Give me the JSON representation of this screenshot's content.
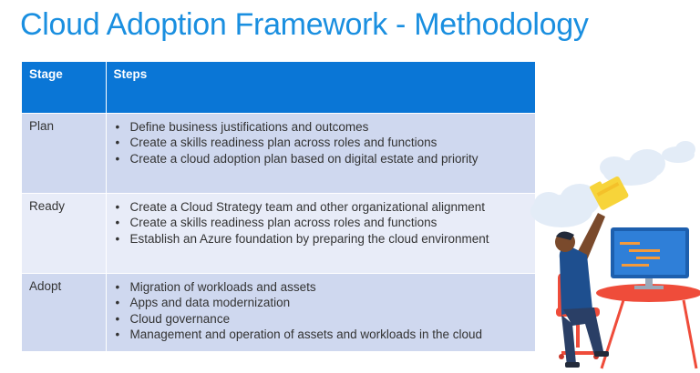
{
  "title": "Cloud Adoption Framework - Methodology",
  "table": {
    "headers": [
      "Stage",
      "Steps"
    ],
    "rows": [
      {
        "stage": "Plan",
        "steps": [
          "Define business justifications and outcomes",
          "Create a skills readiness plan across roles and functions",
          "Create a cloud adoption plan based on digital estate and priority"
        ]
      },
      {
        "stage": "Ready",
        "steps": [
          "Create a Cloud Strategy team and other organizational alignment",
          "Create a skills readiness plan across roles and functions",
          "Establish an Azure foundation by preparing the cloud environment"
        ]
      },
      {
        "stage": "Adopt",
        "steps": [
          "Migration of workloads and assets",
          "Apps and data modernization",
          "Cloud governance",
          "Management and operation of assets and workloads in the cloud"
        ]
      }
    ]
  },
  "colors": {
    "title": "#1a8fe0",
    "header_bg": "#0a76d6",
    "row_dark": "#cfd8ef",
    "row_light": "#e8ecf8"
  },
  "illustration": {
    "icons": [
      "cloud-icon",
      "folder-icon",
      "person-icon",
      "monitor-icon",
      "desk-icon",
      "chair-icon"
    ]
  }
}
